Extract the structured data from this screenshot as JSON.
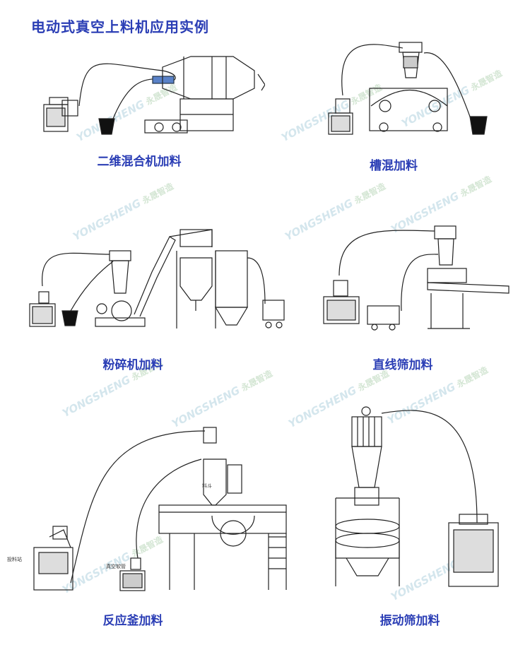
{
  "title": "电动式真空上料机应用实例",
  "colors": {
    "title": "#2b3eb5",
    "caption": "#2b3eb5",
    "line": "#222222",
    "watermark": "#a0c8d7"
  },
  "watermark": {
    "en": "YONGSHENG",
    "cn": "永晟智造"
  },
  "panels": [
    {
      "caption": "二维混合机加料"
    },
    {
      "caption": "槽混加料"
    },
    {
      "caption": "粉碎机加料"
    },
    {
      "caption": "直线筛加料"
    },
    {
      "caption": "反应釜加料",
      "labels": {
        "feed": "投料站",
        "tube": "真空软管",
        "hopper": "料斗"
      }
    },
    {
      "caption": "振动筛加料"
    }
  ]
}
